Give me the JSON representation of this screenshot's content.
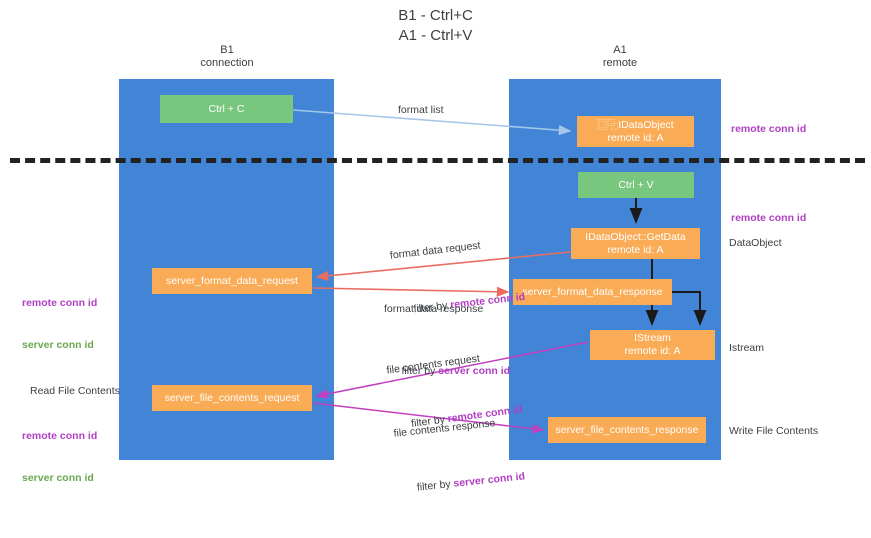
{
  "title": "B1 - Ctrl+C\nA1 - Ctrl+V",
  "columns": [
    {
      "name": "b1",
      "header": "B1\nconnection",
      "color": "#4285d6"
    },
    {
      "name": "a1",
      "header": "A1\nremote",
      "color": "#4285d6"
    }
  ],
  "colors": {
    "column": "#4285d6",
    "green_node": "#79c77f",
    "orange_node": "#f9ab56",
    "purple_text": "#b13fc4",
    "green_text": "#6aa84f",
    "arrow_blue": "#a4c6ea",
    "arrow_red": "#ea6d62",
    "arrow_magenta": "#c23fbf",
    "arrow_black": "#1a1a1a",
    "divider": "#222222"
  },
  "nodes": {
    "ctrl_c": {
      "line1": "Ctrl + C",
      "line2": ""
    },
    "idataobject": {
      "line1": "⿴⿻IDataObject",
      "line2": "remote id: A"
    },
    "ctrl_v": {
      "line1": "Ctrl + V",
      "line2": ""
    },
    "getdata": {
      "line1": "IDataObject::GetData",
      "line2": "remote id: A"
    },
    "server_format_data_request": {
      "line1": "server_format_data_request",
      "line2": ""
    },
    "server_format_data_response": {
      "line1": "server_format_data_response",
      "line2": ""
    },
    "istream": {
      "line1": "IStream",
      "line2": "remote id: A"
    },
    "server_file_contents_request": {
      "line1": "server_file_contents_request",
      "line2": ""
    },
    "server_file_contents_response": {
      "line1": "server_file_contents_response",
      "line2": ""
    }
  },
  "labels": {
    "format_list": "format list",
    "remote_conn_id_top": "remote conn id",
    "remote_conn_id_mid": "remote conn id",
    "data_object": "DataObject",
    "istream_side": "Istream",
    "write_file_contents": "Write File Contents",
    "read_file_contents": "Read File Contents",
    "left_ids_1": {
      "line1": "remote conn id",
      "line2": "server conn id"
    },
    "left_ids_2": {
      "line1": "remote conn id",
      "line2": "server conn id"
    },
    "format_data_request": {
      "line1": "format data request",
      "filter_prefix": "filter by ",
      "filter_key": "remote conn id"
    },
    "format_data_response": {
      "line1": "format data response",
      "filter_prefix": "filter by ",
      "filter_key": "server conn id"
    },
    "file_contents_request": {
      "line1": "file contents request",
      "filter_prefix": "filter by ",
      "filter_key": "remote conn id"
    },
    "file_contents_response": {
      "line1": "file contents response",
      "filter_prefix": "filter by ",
      "filter_key": "server conn id"
    }
  }
}
